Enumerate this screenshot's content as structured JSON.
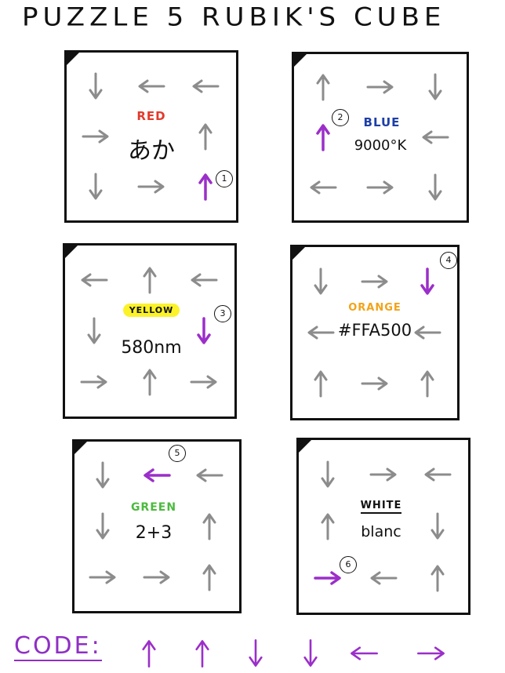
{
  "title": "PUZZLE 5  RUBIK'S CUBE",
  "colors": {
    "gray_arrow": "#8c8c8c",
    "purple_arrow": "#9b2fc9",
    "red": "#e23a2c",
    "blue": "#1e3fa8",
    "yellow_highlight": "#fbf22a",
    "orange": "#f2a318",
    "green": "#4cba3e",
    "ink": "#111111"
  },
  "panels": [
    {
      "name_text": "RED",
      "name_color": "#e23a2c",
      "value_text": "あか",
      "marker": "1",
      "style": "plain",
      "arrows": [
        "down",
        "left",
        "left",
        "right",
        "",
        "up",
        "down",
        "right",
        "up"
      ],
      "highlight_index": 8
    },
    {
      "name_text": "BLUE",
      "name_color": "#1e3fa8",
      "value_text": "9000°K",
      "marker": "2",
      "style": "plain",
      "arrows": [
        "up",
        "right",
        "down",
        "up",
        "",
        "left",
        "left",
        "right",
        "down"
      ],
      "highlight_index": 3
    },
    {
      "name_text": "YELLOW",
      "name_color": "#111111",
      "value_text": "580nm",
      "marker": "3",
      "style": "highlight",
      "arrows": [
        "left",
        "up",
        "left",
        "down",
        "",
        "down",
        "right",
        "up",
        "right"
      ],
      "highlight_index": 5
    },
    {
      "name_text": "ORANGE",
      "name_color": "#f2a318",
      "value_text": "#FFA500",
      "marker": "4",
      "style": "plain",
      "arrows": [
        "down",
        "right",
        "down",
        "left",
        "",
        "left",
        "up",
        "right",
        "up"
      ],
      "highlight_index": 2
    },
    {
      "name_text": "GREEN",
      "name_color": "#4cba3e",
      "value_text": "2+3",
      "marker": "5",
      "style": "plain",
      "arrows": [
        "down",
        "left",
        "left",
        "down",
        "",
        "up",
        "right",
        "right",
        "up"
      ],
      "highlight_index": 1
    },
    {
      "name_text": "WHITE",
      "name_color": "#111111",
      "value_text": "blanc",
      "marker": "6",
      "style": "underline",
      "arrows": [
        "down",
        "right",
        "left",
        "up",
        "",
        "down",
        "right",
        "left",
        "up"
      ],
      "highlight_index": 6
    }
  ],
  "code": {
    "label": "CODE:",
    "arrows": [
      "up",
      "up",
      "down",
      "down",
      "left",
      "right"
    ]
  }
}
